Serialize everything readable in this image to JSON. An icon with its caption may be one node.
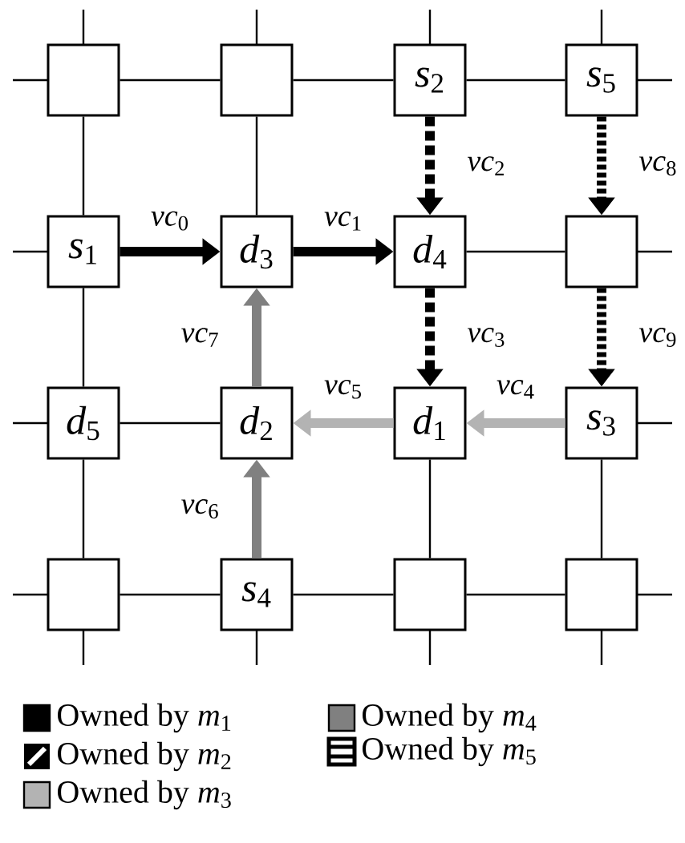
{
  "diagram": {
    "nodes": [
      {
        "text": [],
        "shape": "box"
      },
      {
        "text": [],
        "shape": "box"
      },
      {
        "text": [
          "*s*$_{2}$"
        ]
      },
      {
        "text": [
          "*s*$_{5}$"
        ]
      },
      {
        "text": [
          "*s*$_{1}$"
        ]
      },
      {
        "text": [
          "*d*$_{3}$"
        ]
      },
      {
        "text": [
          "*d*$_{4}$"
        ]
      },
      {
        "text": [],
        "shape": "box"
      },
      {
        "text": [
          "*d*$_{5}$"
        ]
      },
      {
        "text": [
          "*d*$_{2}$"
        ]
      },
      {
        "text": [
          "*d*$_{1}$"
        ]
      },
      {
        "text": [
          "*s*$_{3}$"
        ]
      },
      {
        "text": [],
        "shape": "box"
      },
      {
        "text": [
          "*s*$_{4}$"
        ]
      },
      {
        "text": [],
        "shape": "box"
      },
      {
        "text": [],
        "shape": "box"
      }
    ],
    "edges": [
      {
        "from": 0,
        "to": 1,
        "arrow": "none"
      },
      {
        "from": 1,
        "to": 2,
        "arrow": "none"
      },
      {
        "from": 2,
        "to": 3,
        "arrow": "none"
      },
      {
        "from": 0,
        "to": 4,
        "arrow": "none"
      },
      {
        "from": 1,
        "to": 5,
        "arrow": "none"
      },
      {
        "from": 4,
        "to": 5,
        "arrow": "to",
        "label": "*vc*$_{0}$",
        "style": "thick"
      },
      {
        "from": 5,
        "to": 6,
        "arrow": "to",
        "label": "*vc*$_{1}$",
        "style": "thick"
      },
      {
        "from": 2,
        "to": 6,
        "arrow": "to",
        "label": "*vc*$_{2}$",
        "style": "dashed"
      },
      {
        "from": 6,
        "to": 10,
        "arrow": "to",
        "label": "*vc*$_{3}$",
        "style": "dashed"
      },
      {
        "from": 6,
        "to": 7,
        "arrow": "none"
      },
      {
        "from": 3,
        "to": 7,
        "arrow": "to",
        "label": "*vc*$_{8}$",
        "style": "dashed"
      },
      {
        "from": 7,
        "to": 11,
        "arrow": "to",
        "label": "*vc*$_{9}$",
        "style": "dashed"
      },
      {
        "from": 4,
        "to": 8,
        "arrow": "none"
      },
      {
        "from": 9,
        "to": 5,
        "arrow": "to",
        "label": "*vc*$_{7}$",
        "style": "thick",
        "color": "#808080"
      },
      {
        "from": 8,
        "to": 9,
        "arrow": "none"
      },
      {
        "from": 10,
        "to": 9,
        "arrow": "to",
        "label": "*vc*$_{5}$",
        "style": "thick",
        "color": "#b3b3b3"
      },
      {
        "from": 11,
        "to": 10,
        "arrow": "to",
        "label": "*vc*$_{4}$",
        "style": "thick",
        "color": "#b3b3b3"
      },
      {
        "from": 8,
        "to": 12,
        "arrow": "none"
      },
      {
        "from": 13,
        "to": 9,
        "arrow": "to",
        "label": "*vc*$_{6}$",
        "style": "thick",
        "color": "#808080"
      },
      {
        "from": 10,
        "to": 14,
        "arrow": "none"
      },
      {
        "from": 11,
        "to": 15,
        "arrow": "none"
      },
      {
        "from": 12,
        "to": 13,
        "arrow": "none"
      },
      {
        "from": 13,
        "to": 14,
        "arrow": "none"
      },
      {
        "from": 14,
        "to": 15,
        "arrow": "none"
      }
    ],
    "legend": [
      {
        "text": "Owned by *m*$_{1}$",
        "color": "#000000"
      },
      {
        "text": "Owned by *m*$_{2}$"
      },
      {
        "text": "Owned by *m*$_{3}$",
        "color": "#b3b3b3"
      },
      {
        "text": "Owned by *m*$_{4}$",
        "color": "#808080"
      },
      {
        "text": "Owned by *m*$_{5}$"
      }
    ]
  }
}
